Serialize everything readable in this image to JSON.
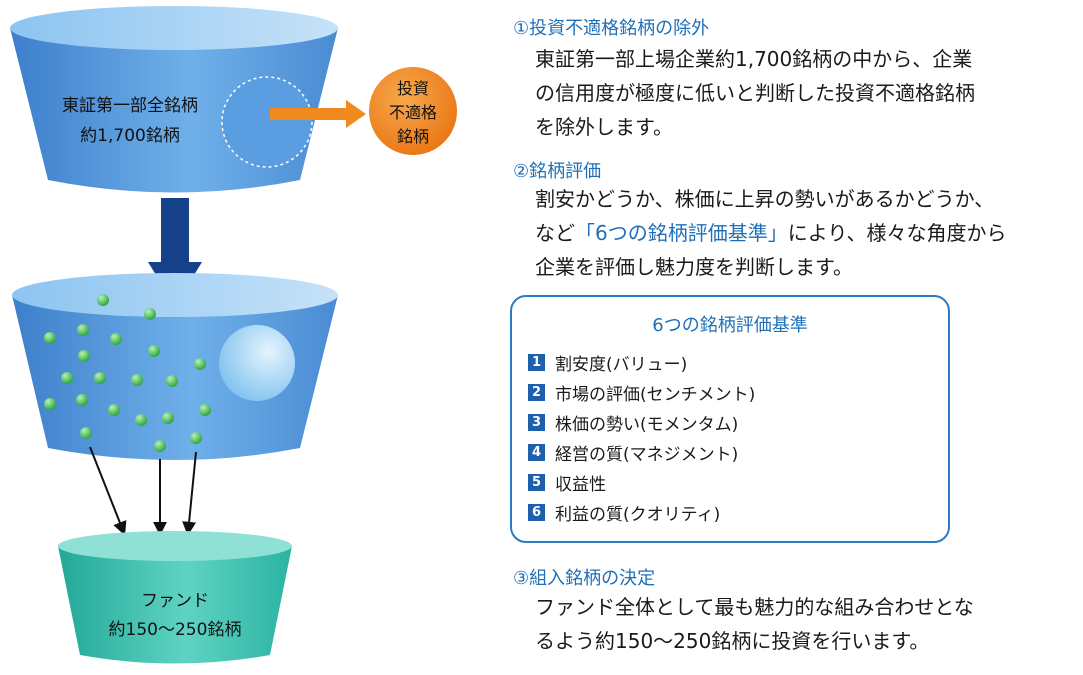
{
  "funnel": {
    "top_label_line1": "東証第一部全銘柄",
    "top_label_line2": "約1,700銘柄",
    "excluded_line1": "投資",
    "excluded_line2": "不適格",
    "excluded_line3": "銘柄",
    "bottom_label_line1": "ファンド",
    "bottom_label_line2": "約150〜250銘柄"
  },
  "steps": [
    {
      "title": "①投資不適格銘柄の除外",
      "body_lines": [
        "東証第一部上場企業約1,700銘柄の中から、企業",
        "の信用度が極度に低いと判断した投資不適格銘柄",
        "を除外します。"
      ]
    },
    {
      "title": "②銘柄評価",
      "body_line1": "割安かどうか、株価に上昇の勢いがあるかどうか、",
      "body_line2_pre": "など",
      "body_line2_highlight": "「6つの銘柄評価基準」",
      "body_line2_post": "により、様々な角度から",
      "body_line3": "企業を評価し魅力度を判断します。"
    },
    {
      "title": "③組入銘柄の決定",
      "body_lines": [
        "ファンド全体として最も魅力的な組み合わせとな",
        "るよう約150〜250銘柄に投資を行います。"
      ]
    }
  ],
  "criteria": {
    "title": "6つの銘柄評価基準",
    "items": [
      {
        "num": "1",
        "label": "割安度(バリュー)"
      },
      {
        "num": "2",
        "label": "市場の評価(センチメント)"
      },
      {
        "num": "3",
        "label": "株価の勢い(モメンタム)"
      },
      {
        "num": "4",
        "label": "経営の質(マネジメント)"
      },
      {
        "num": "5",
        "label": "収益性"
      },
      {
        "num": "6",
        "label": "利益の質(クオリティ)"
      }
    ]
  },
  "colors": {
    "funnel_blue": "#4f92d8",
    "funnel_teal": "#36c2b0",
    "exclude_orange": "#f08a1e",
    "arrow_navy": "#14418a",
    "accent_blue": "#1e6fb8",
    "ball_green": "#3fbf4f"
  }
}
